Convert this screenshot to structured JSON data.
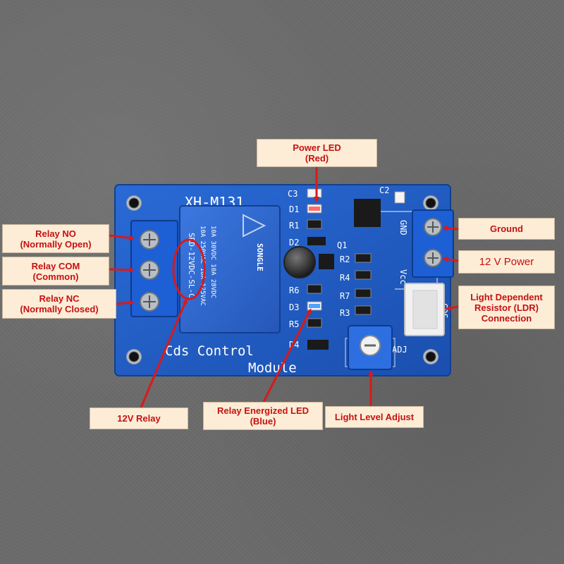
{
  "board": {
    "model": "XH-M131",
    "title_line1": "Cds Control",
    "title_line2": "Module",
    "silkscreen": {
      "c3": "C3",
      "d1": "D1",
      "r1": "R1",
      "d2": "D2",
      "q1": "Q1",
      "r6": "R6",
      "d3": "D3",
      "r5": "R5",
      "d4": "D4",
      "r2": "R2",
      "r4": "R4",
      "r7": "R7",
      "r3": "R3",
      "c2": "C2",
      "gnd": "GND",
      "vcc": "Vcc",
      "cds": "CDS",
      "adj": "ADJ"
    },
    "relay_markings": [
      "SRD-12VDC-SL-C",
      "10A 250VAC 10A 125VAC",
      "10A 30VDC 10A 28VDC",
      "SONGLE"
    ]
  },
  "labels": {
    "power_led": [
      "Power LED",
      "(Red)"
    ],
    "relay_no": [
      "Relay NO",
      "(Normally Open)"
    ],
    "relay_com": [
      "Relay COM",
      "(Common)"
    ],
    "relay_nc": [
      "Relay NC",
      "(Normally Closed)"
    ],
    "ground": [
      "Ground"
    ],
    "power_12v": [
      "12 V Power"
    ],
    "ldr": [
      "Light Dependent",
      "Resistor (LDR)",
      "Connection"
    ],
    "relay_12v": [
      "12V Relay"
    ],
    "relay_led": [
      "Relay Energized LED",
      "(Blue)"
    ],
    "light_adjust": [
      "Light Level Adjust"
    ]
  },
  "colors": {
    "pcb": "#1f5cc4",
    "terminal": "#1d5fd4",
    "label_bg": "#fdecd6",
    "label_text": "#c41212",
    "arrow": "#d81a1a"
  }
}
